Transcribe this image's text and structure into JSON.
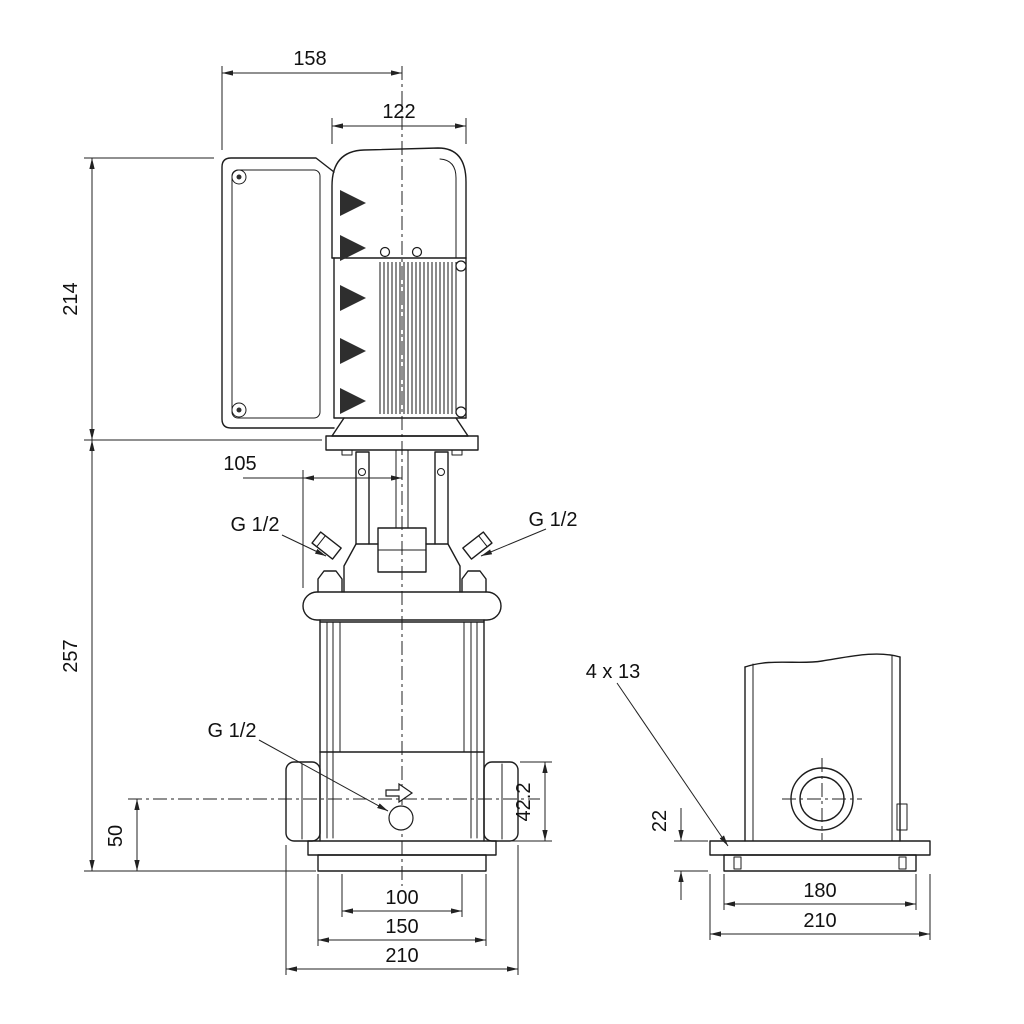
{
  "front_view": {
    "dim_width_motor_unit": "158",
    "dim_width_motor": "122",
    "dim_height_motor": "214",
    "dim_center_to_flange": "105",
    "dim_height_pump": "257",
    "port_plug_left": "G 1/2",
    "port_plug_right": "G 1/2",
    "drain_plug": "G 1/2",
    "dim_port_to_base": "50",
    "dim_port_height": "42.2",
    "dim_base_inner": "100",
    "dim_base_mid": "150",
    "dim_base_outer": "210"
  },
  "side_view": {
    "bolt_holes": "4 x 13",
    "dim_base_height": "22",
    "dim_base_hole_spacing": "180",
    "dim_base_width": "210"
  },
  "colors": {
    "line": "#1c1c1c",
    "background": "#ffffff"
  }
}
